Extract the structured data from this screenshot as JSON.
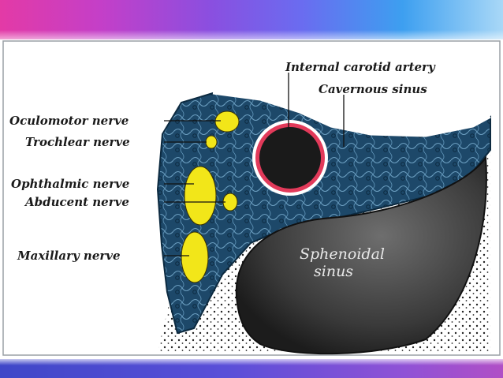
{
  "labels": {
    "internal_carotid_artery": "Internal carotid artery",
    "cavernous_sinus": "Cavernous sinus",
    "oculomotor_nerve": "Oculomotor nerve",
    "trochlear_nerve": "Trochlear nerve",
    "ophthalmic_nerve": "Ophthalmic nerve",
    "abducent_nerve": "Abducent nerve",
    "maxillary_nerve": "Maxillary nerve",
    "sphenoidal_sinus_line1": "Sphenoidal",
    "sphenoidal_sinus_line2": "sinus"
  },
  "colors": {
    "sinus_fill": "#1d4869",
    "nerve_fill": "#f2e619",
    "artery_ring": "#e23a5a",
    "bone": "#ffffff",
    "sphenoid_sinus": "#3c3c3c"
  }
}
